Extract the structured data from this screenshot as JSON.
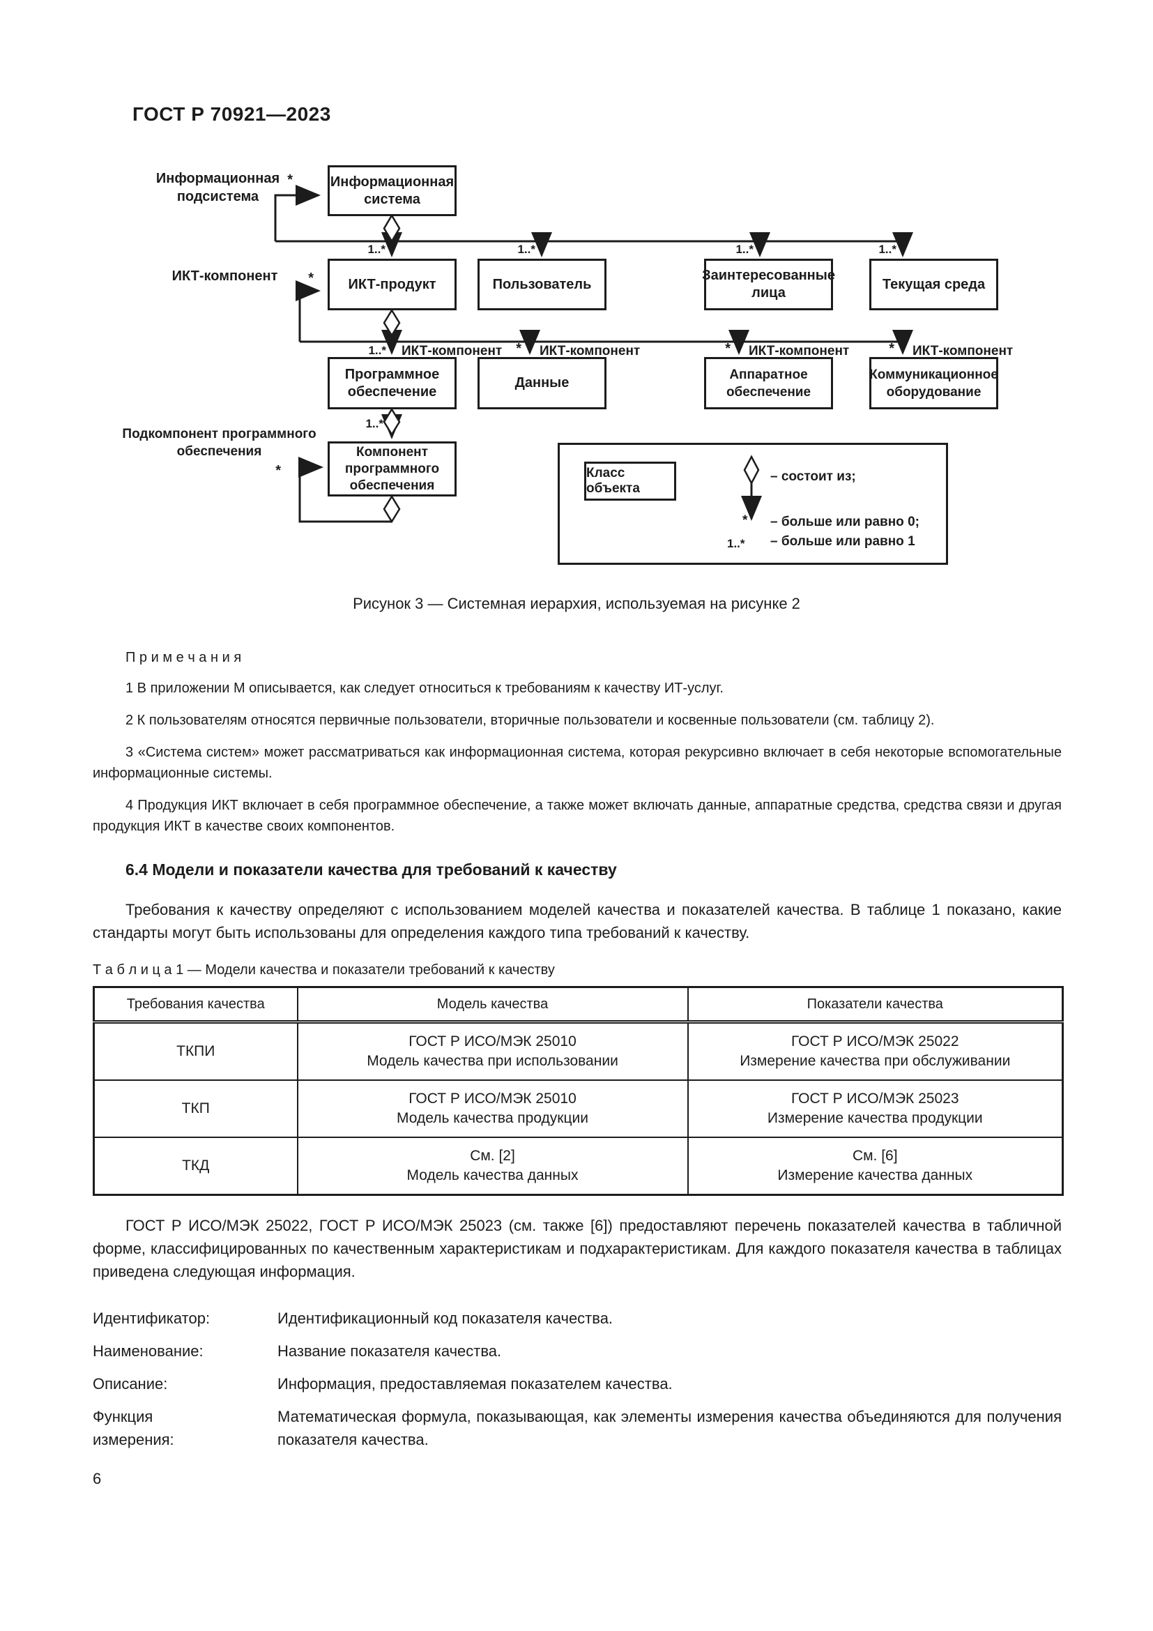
{
  "page": {
    "header": "ГОСТ Р 70921—2023",
    "page_number": "6"
  },
  "figure": {
    "caption": "Рисунок 3 — Системная иерархия, используемая на рисунке 2",
    "boxes": {
      "info_system": "Информационная система",
      "ict_product": "ИКТ-продукт",
      "user": "Пользователь",
      "stakeholders": "Заинтересованные лица",
      "current_env": "Текущая среда",
      "software": "Программное обеспечение",
      "data": "Данные",
      "hardware": "Аппаратное обеспечение",
      "comm_equipment": "Коммуникационное оборудование",
      "software_component": "Компонент программного обеспечения"
    },
    "edge_labels": {
      "info_subsystem": "Информационная подсистема",
      "ict_component": "ИКТ-компонент",
      "software_subcomponent": "Подкомпонент программного обеспечения"
    },
    "multiplicities": {
      "one_many": "1..*",
      "many": "*"
    },
    "legend": {
      "class_box": "Класс объекта",
      "consists_of": "– состоит из;",
      "star": "*",
      "one_many": "1..*",
      "ge0": "– больше или равно 0;",
      "ge1": "– больше или равно 1"
    }
  },
  "notes": {
    "title": "П р и м е ч а н и я",
    "items": [
      "1 В приложении М описывается, как следует относиться к требованиям к качеству ИТ-услуг.",
      "2 К пользователям относятся первичные пользователи, вторичные пользователи и косвенные пользователи (см. таблицу 2).",
      "3 «Система систем» может рассматриваться как информационная система, которая рекурсивно включает в себя некоторые вспомогательные информационные системы.",
      "4 Продукция ИКТ включает в себя программное обеспечение, а также может включать данные, аппаратные средства, средства связи и другая продукция ИКТ в качестве своих компонентов."
    ]
  },
  "section": {
    "heading": "6.4 Модели и показатели качества для требований к качеству",
    "paragraph": "Требования к качеству определяют с использованием моделей качества и показателей качества. В таблице 1 показано, какие стандарты могут быть использованы для определения каждого типа требований к качеству."
  },
  "table": {
    "label": "Т а б л и ц а  1 — Модели качества и показатели требований к качеству",
    "headers": [
      "Требования качества",
      "Модель качества",
      "Показатели качества"
    ],
    "rows": [
      {
        "req": "ТКПИ",
        "model_line1": "ГОСТ Р ИСО/МЭК 25010",
        "model_line2": "Модель качества при использовании",
        "measure_line1": "ГОСТ Р ИСО/МЭК 25022",
        "measure_line2": "Измерение качества при обслуживании"
      },
      {
        "req": "ТКП",
        "model_line1": "ГОСТ Р ИСО/МЭК 25010",
        "model_line2": "Модель качества продукции",
        "measure_line1": "ГОСТ Р ИСО/МЭК 25023",
        "measure_line2": "Измерение качества продукции"
      },
      {
        "req": "ТКД",
        "model_line1": "См. [2]",
        "model_line2": "Модель качества данных",
        "measure_line1": "См. [6]",
        "measure_line2": "Измерение качества данных"
      }
    ]
  },
  "after_table_paragraph": "ГОСТ Р ИСО/МЭК 25022, ГОСТ Р ИСО/МЭК 25023 (см. также [6]) предоставляют перечень показателей качества в табличной форме, классифицированных по качественным характеристикам и подхарактеристикам. Для каждого показателя качества в таблицах приведена следующая информация.",
  "definitions": [
    {
      "term": "Идентификатор:",
      "def": "Идентификационный код показателя качества."
    },
    {
      "term": "Наименование:",
      "def": "Название показателя качества."
    },
    {
      "term": "Описание:",
      "def": "Информация, предоставляемая показателем качества."
    },
    {
      "term": "Функция измерения:",
      "def": "Математическая формула, показывающая, как элементы измерения качества объединяются для получения показателя качества."
    }
  ]
}
